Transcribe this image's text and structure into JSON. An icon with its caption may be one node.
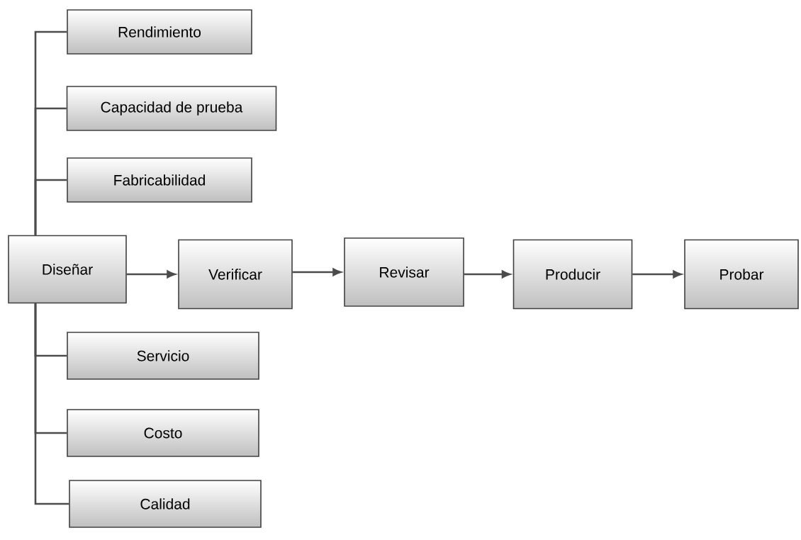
{
  "diagram": {
    "nodes": [
      {
        "text": [
          "Rendimiento"
        ]
      },
      {
        "text": [
          "Capacidad de prueba"
        ]
      },
      {
        "text": [
          "Fabricabilidad"
        ]
      },
      {
        "text": [
          "Diseñar"
        ]
      },
      {
        "text": [
          "Verificar"
        ]
      },
      {
        "text": [
          "Revisar"
        ]
      },
      {
        "text": [
          "Producir"
        ]
      },
      {
        "text": [
          "Probar"
        ]
      },
      {
        "text": [
          "Servicio"
        ]
      },
      {
        "text": [
          "Costo"
        ]
      },
      {
        "text": [
          "Calidad"
        ]
      }
    ],
    "edges": [
      {
        "from": 3,
        "to": 0,
        "arrow": "none"
      },
      {
        "from": 3,
        "to": 1,
        "arrow": "none"
      },
      {
        "from": 3,
        "to": 2,
        "arrow": "none"
      },
      {
        "from": 3,
        "to": 4,
        "arrow": "to"
      },
      {
        "from": 4,
        "to": 5,
        "arrow": "to"
      },
      {
        "from": 5,
        "to": 6,
        "arrow": "to"
      },
      {
        "from": 6,
        "to": 7,
        "arrow": "to"
      },
      {
        "from": 3,
        "to": 8,
        "arrow": "none"
      },
      {
        "from": 3,
        "to": 9,
        "arrow": "none"
      },
      {
        "from": 3,
        "to": 10,
        "arrow": "none"
      }
    ]
  }
}
